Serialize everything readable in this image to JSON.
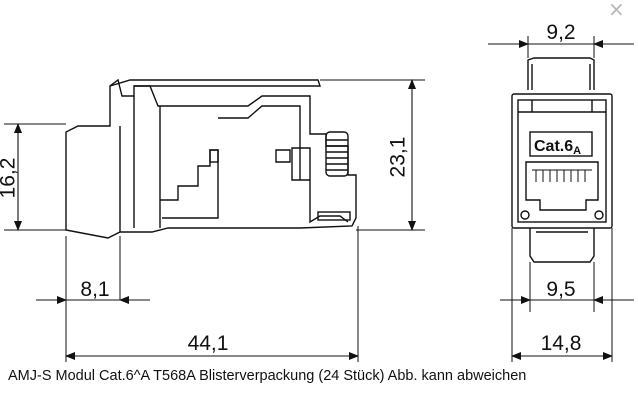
{
  "dimensions": {
    "side_height_left": "16,2",
    "side_height_right": "23,1",
    "side_length_short": "8,1",
    "side_length_total": "44,1",
    "front_width_top": "9,2",
    "front_width_inner": "9,5",
    "front_width_total": "14,8"
  },
  "label": {
    "module_marking": "Cat.6",
    "module_marking_sub": "A"
  },
  "caption": "AMJ-S Modul Cat.6^A T568A Blisterverpackung (24 Stück) Abb. kann abweichen",
  "close_glyph": "×"
}
